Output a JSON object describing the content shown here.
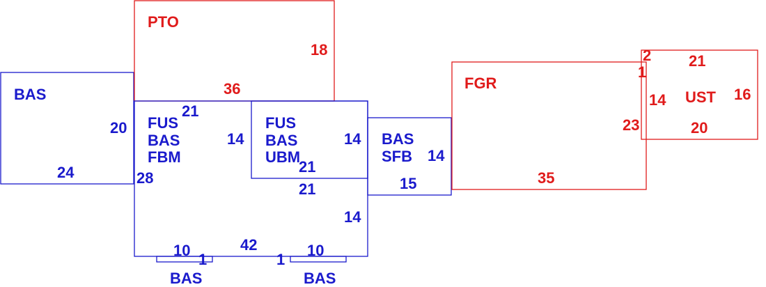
{
  "colors": {
    "main": "#1a1acc",
    "accent": "#e01b1b"
  },
  "areas": {
    "bas_left": {
      "code": "BAS",
      "dim_right": "20",
      "dim_bottom": "24"
    },
    "pto": {
      "code": "PTO",
      "dim_right": "18",
      "dim_bottom": "36"
    },
    "fus_fbm": {
      "line1": "FUS",
      "line2": "BAS",
      "line3": "FBM",
      "dim_top": "21",
      "dim_right": "14",
      "dim_left": "28"
    },
    "fus_ubm": {
      "line1": "FUS",
      "line2": "BAS",
      "line3": "UBM",
      "dim_right": "14",
      "dim_bottom": "21"
    },
    "lower_bas": {
      "dim_top": "21",
      "dim_right": "14",
      "dim_bottom": "42"
    },
    "bas_sfb": {
      "line1": "BAS",
      "line2": "SFB",
      "dim_right": "14",
      "dim_bottom": "15"
    },
    "fgr": {
      "code": "FGR",
      "dim_right": "23",
      "dim_bottom": "35",
      "dim_top_right": "1"
    },
    "ust": {
      "code": "UST",
      "dim_top": "21",
      "dim_left": "14",
      "dim_right": "16",
      "dim_bottom": "20",
      "dim_corner": "2"
    },
    "stoop_left": {
      "code": "BAS",
      "dim_width": "10",
      "dim_depth": "1"
    },
    "stoop_right": {
      "code": "BAS",
      "dim_width": "10",
      "dim_depth": "1"
    }
  }
}
